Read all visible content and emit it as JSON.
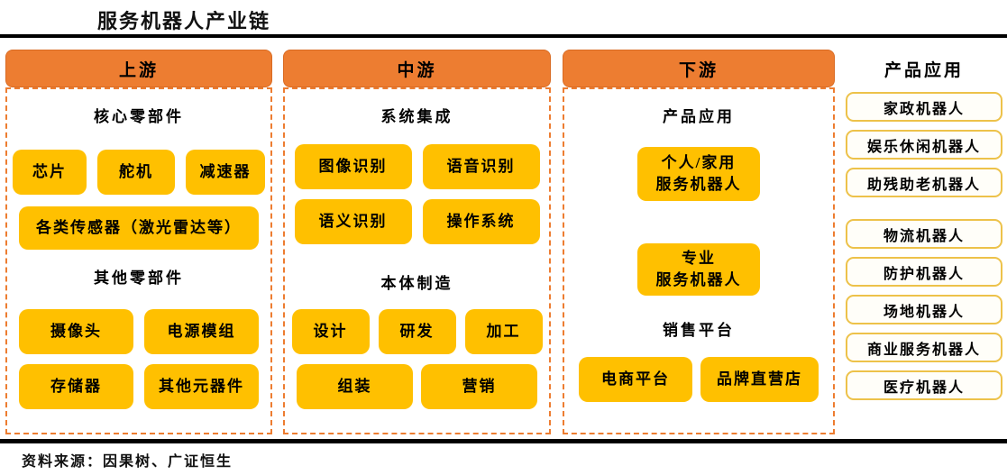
{
  "page": {
    "title": "服务机器人产业链",
    "source": "资料来源：因果树、广证恒生"
  },
  "colors": {
    "header_orange": "#ED7D31",
    "block_gold": "#FFC000",
    "dash_border_orange": "#ED7D31",
    "app_box_border_gold": "#EDC24A",
    "rule_black": "#000000"
  },
  "upstream": {
    "header": "上游",
    "core_title": "核心零部件",
    "core_row1": [
      "芯片",
      "舵机",
      "减速器"
    ],
    "core_wide": "各类传感器（激光雷达等）",
    "other_title": "其他零部件",
    "other_row1": [
      "摄像头",
      "电源模组"
    ],
    "other_row2": [
      "存储器",
      "其他元器件"
    ]
  },
  "midstream": {
    "header": "中游",
    "system_title": "系统集成",
    "system_row1": [
      "图像识别",
      "语音识别"
    ],
    "system_row2": [
      "语义识别",
      "操作系统"
    ],
    "body_title": "本体制造",
    "body_row1": [
      "设计",
      "研发",
      "加工"
    ],
    "body_row2": [
      "组装",
      "营销"
    ]
  },
  "downstream": {
    "header": "下游",
    "product_title": "产品应用",
    "personal_robot": {
      "line1": "个人/家用",
      "line2": "服务机器人"
    },
    "professional_robot": {
      "line1": "专业",
      "line2": "服务机器人"
    },
    "sales_title": "销售平台",
    "sales_row": [
      "电商平台",
      "品牌直营店"
    ]
  },
  "applications": {
    "title": "产品应用",
    "personal_group": [
      "家政机器人",
      "娱乐休闲机器人",
      "助残助老机器人"
    ],
    "professional_group": [
      "物流机器人",
      "防护机器人",
      "场地机器人",
      "商业服务机器人",
      "医疗机器人"
    ]
  }
}
